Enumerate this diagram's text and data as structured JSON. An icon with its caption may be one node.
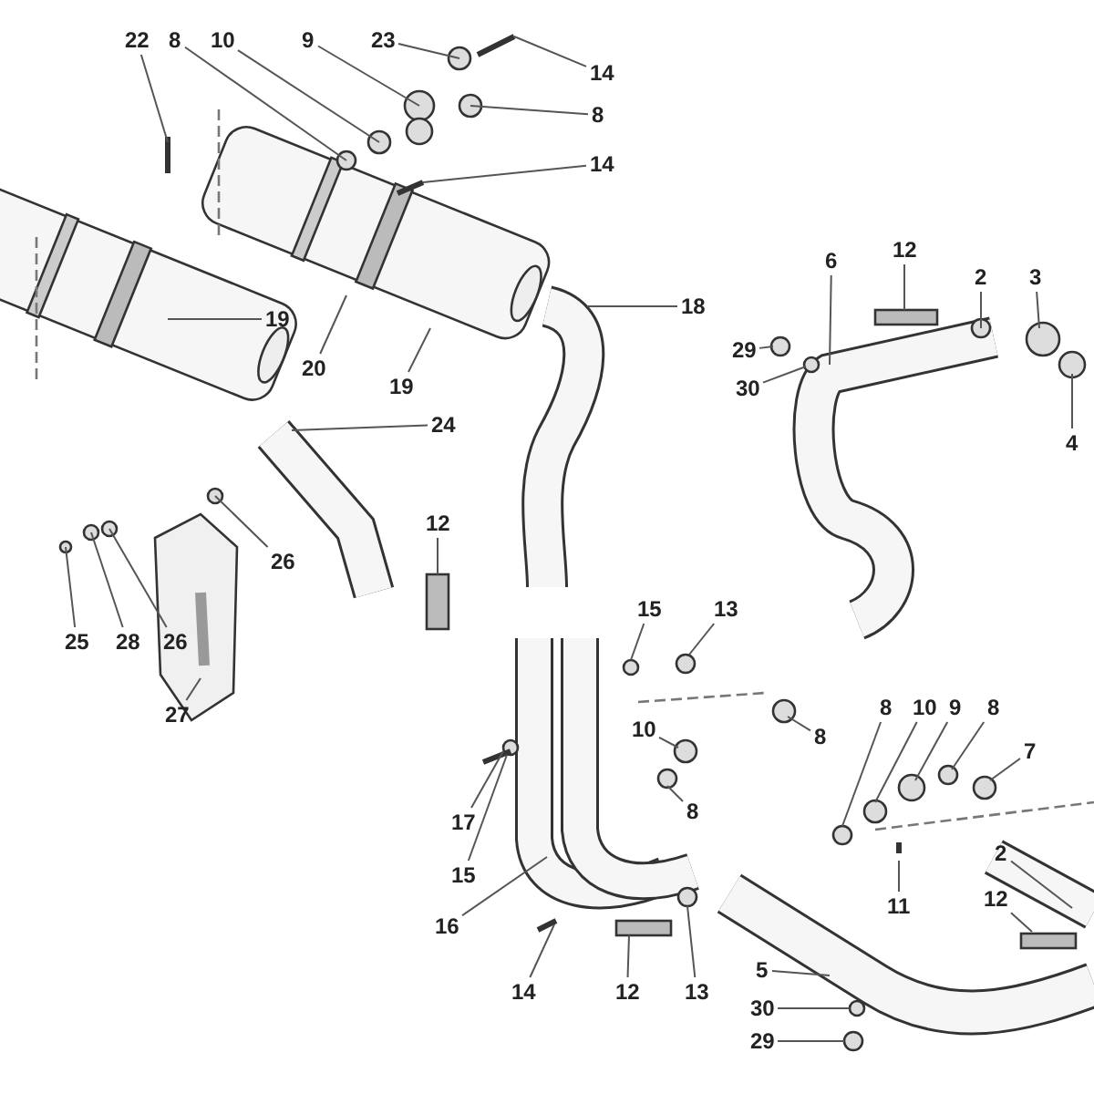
{
  "diagram": {
    "nodes": [
      {
        "text": [
          "22"
        ]
      },
      {
        "text": [
          "8"
        ]
      },
      {
        "text": [
          "10"
        ]
      },
      {
        "text": [
          "9"
        ]
      },
      {
        "text": [
          "23"
        ]
      },
      {
        "text": [
          "14"
        ]
      },
      {
        "text": [
          "8"
        ]
      },
      {
        "text": [
          "14"
        ]
      },
      {
        "text": [
          "19"
        ]
      },
      {
        "text": [
          "20"
        ]
      },
      {
        "text": [
          "19"
        ]
      },
      {
        "text": [
          "18"
        ]
      },
      {
        "text": [
          "24"
        ]
      },
      {
        "text": [
          "26"
        ]
      },
      {
        "text": [
          "12"
        ]
      },
      {
        "text": [
          "25"
        ]
      },
      {
        "text": [
          "28"
        ]
      },
      {
        "text": [
          "26"
        ]
      },
      {
        "text": [
          "27"
        ]
      },
      {
        "text": [
          "6"
        ]
      },
      {
        "text": [
          "12"
        ]
      },
      {
        "text": [
          "2"
        ]
      },
      {
        "text": [
          "3"
        ]
      },
      {
        "text": [
          "4"
        ]
      },
      {
        "text": [
          "29"
        ]
      },
      {
        "text": [
          "30"
        ]
      },
      {
        "text": [
          "15"
        ]
      },
      {
        "text": [
          "13"
        ]
      },
      {
        "text": [
          "10"
        ]
      },
      {
        "text": [
          "8"
        ]
      },
      {
        "text": [
          "8"
        ]
      },
      {
        "text": [
          "17"
        ]
      },
      {
        "text": [
          "15"
        ]
      },
      {
        "text": [
          "16"
        ]
      },
      {
        "text": [
          "14"
        ]
      },
      {
        "text": [
          "12"
        ]
      },
      {
        "text": [
          "13"
        ]
      },
      {
        "text": [
          "8"
        ]
      },
      {
        "text": [
          "10"
        ]
      },
      {
        "text": [
          "9"
        ]
      },
      {
        "text": [
          "8"
        ]
      },
      {
        "text": [
          "7"
        ]
      },
      {
        "text": [
          "11"
        ]
      },
      {
        "text": [
          "2"
        ]
      },
      {
        "text": [
          "12"
        ]
      },
      {
        "text": [
          "5"
        ]
      },
      {
        "text": [
          "30"
        ]
      },
      {
        "text": [
          "29"
        ]
      }
    ],
    "edges": [
      {
        "from": 0,
        "to": null,
        "arrow": "none"
      },
      {
        "from": 1,
        "to": null,
        "arrow": "none"
      },
      {
        "from": 2,
        "to": null,
        "arrow": "none"
      },
      {
        "from": 3,
        "to": null,
        "arrow": "none"
      },
      {
        "from": 4,
        "to": null,
        "arrow": "none"
      },
      {
        "from": 5,
        "to": null,
        "arrow": "none"
      },
      {
        "from": 6,
        "to": null,
        "arrow": "none"
      },
      {
        "from": 7,
        "to": null,
        "arrow": "none"
      },
      {
        "from": 8,
        "to": null,
        "arrow": "none"
      },
      {
        "from": 9,
        "to": null,
        "arrow": "none"
      },
      {
        "from": 10,
        "to": null,
        "arrow": "none"
      },
      {
        "from": 11,
        "to": null,
        "arrow": "none"
      },
      {
        "from": 12,
        "to": null,
        "arrow": "none"
      },
      {
        "from": 13,
        "to": null,
        "arrow": "none"
      },
      {
        "from": 14,
        "to": null,
        "arrow": "none"
      },
      {
        "from": 15,
        "to": null,
        "arrow": "none"
      },
      {
        "from": 16,
        "to": null,
        "arrow": "none"
      },
      {
        "from": 17,
        "to": null,
        "arrow": "none"
      },
      {
        "from": 18,
        "to": null,
        "arrow": "none"
      },
      {
        "from": 19,
        "to": null,
        "arrow": "none"
      },
      {
        "from": 20,
        "to": null,
        "arrow": "none"
      },
      {
        "from": 21,
        "to": null,
        "arrow": "none"
      },
      {
        "from": 22,
        "to": null,
        "arrow": "none"
      },
      {
        "from": 23,
        "to": null,
        "arrow": "none"
      },
      {
        "from": 24,
        "to": null,
        "arrow": "none"
      },
      {
        "from": 25,
        "to": null,
        "arrow": "none"
      },
      {
        "from": 26,
        "to": null,
        "arrow": "none"
      },
      {
        "from": 27,
        "to": null,
        "arrow": "none"
      },
      {
        "from": 28,
        "to": null,
        "arrow": "none"
      },
      {
        "from": 29,
        "to": null,
        "arrow": "none"
      },
      {
        "from": 30,
        "to": null,
        "arrow": "none"
      },
      {
        "from": 31,
        "to": null,
        "arrow": "none"
      },
      {
        "from": 32,
        "to": null,
        "arrow": "none"
      },
      {
        "from": 33,
        "to": null,
        "arrow": "none"
      },
      {
        "from": 34,
        "to": null,
        "arrow": "none"
      },
      {
        "from": 35,
        "to": null,
        "arrow": "none"
      },
      {
        "from": 36,
        "to": null,
        "arrow": "none"
      },
      {
        "from": 37,
        "to": null,
        "arrow": "none"
      },
      {
        "from": 38,
        "to": null,
        "arrow": "none"
      },
      {
        "from": 39,
        "to": null,
        "arrow": "none"
      },
      {
        "from": 40,
        "to": null,
        "arrow": "none"
      },
      {
        "from": 41,
        "to": null,
        "arrow": "none"
      },
      {
        "from": 42,
        "to": null,
        "arrow": "none"
      },
      {
        "from": 43,
        "to": null,
        "arrow": "none"
      },
      {
        "from": 44,
        "to": null,
        "arrow": "none"
      },
      {
        "from": 45,
        "to": null,
        "arrow": "none"
      },
      {
        "from": 46,
        "to": null,
        "arrow": "none"
      },
      {
        "from": 47,
        "to": null,
        "arrow": "none"
      }
    ]
  }
}
